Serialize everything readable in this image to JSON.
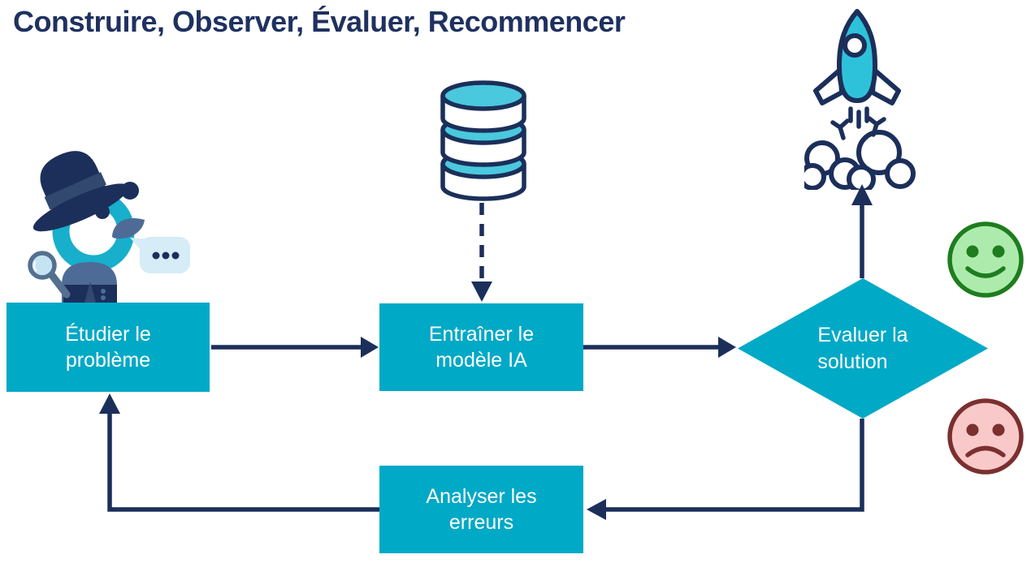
{
  "title": "Construire, Observer, Évaluer, Recommencer",
  "flowchart": {
    "nodes": [
      {
        "id": "study",
        "shape": "rect",
        "label": "Étudier le\nproblème"
      },
      {
        "id": "train",
        "shape": "rect",
        "label": "Entraîner le\nmodèle IA"
      },
      {
        "id": "evaluate",
        "shape": "diamond",
        "label": "Evaluer la\nsolution"
      },
      {
        "id": "analyze",
        "shape": "rect",
        "label": "Analyser les\nerreurs"
      }
    ],
    "edges": [
      {
        "from": "study",
        "to": "train",
        "style": "solid"
      },
      {
        "from": "train",
        "to": "evaluate",
        "style": "solid"
      },
      {
        "from": "evaluate",
        "to": "rocket",
        "style": "solid",
        "meaning": "success"
      },
      {
        "from": "evaluate",
        "to": "analyze",
        "style": "solid",
        "meaning": "failure"
      },
      {
        "from": "analyze",
        "to": "study",
        "style": "solid"
      },
      {
        "from": "database",
        "to": "train",
        "style": "dashed"
      }
    ]
  },
  "icons": {
    "detective": "detective-mascot-icon",
    "database": "database-icon",
    "rocket": "rocket-icon",
    "positive": "happy-face-icon",
    "negative": "sad-face-icon",
    "speech_dots": "…"
  },
  "colors": {
    "teal_shape": "#00A9C6",
    "teal_light": "#4AC8DD",
    "navy": "#1B2F5A",
    "title_text": "#1F3160",
    "node_text": "#FFFFFF",
    "slate": "#4D6B96",
    "light_blue_bubble": "#D6ECF7",
    "lens_blue": "#C5E3F2",
    "happy_fill": "#ADEBAD",
    "happy_stroke": "#1E7D1E",
    "sad_fill": "#F9C9C9",
    "sad_stroke": "#7B2F2F"
  }
}
